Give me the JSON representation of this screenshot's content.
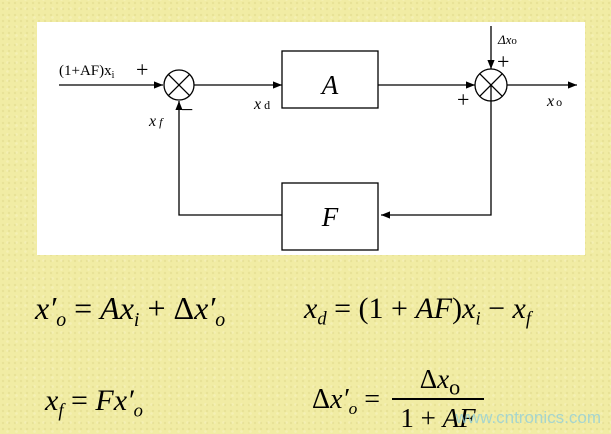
{
  "diagram": {
    "input_label": "(1+AF)x",
    "input_sub": "i",
    "plus_sign": "+",
    "minus_sign": "−",
    "xf_label": "x",
    "xf_sub": "f",
    "xd_label": "x",
    "xd_sub": "d",
    "block_a": "A",
    "block_f": "F",
    "dxo_label": "Δx",
    "dxo_sub": "o",
    "xo_label": "x",
    "xo_sub": "o"
  },
  "equations": {
    "eq1": "x′o = Axi + Δx′o",
    "eq2": "xd = (1 + AF)xi − xf",
    "eq3": "xf = Fx′o",
    "eq4_lhs": "Δx′o =",
    "eq4_num": "Δxo",
    "eq4_den": "1 + AF"
  },
  "watermark": "www.cntronics.com"
}
